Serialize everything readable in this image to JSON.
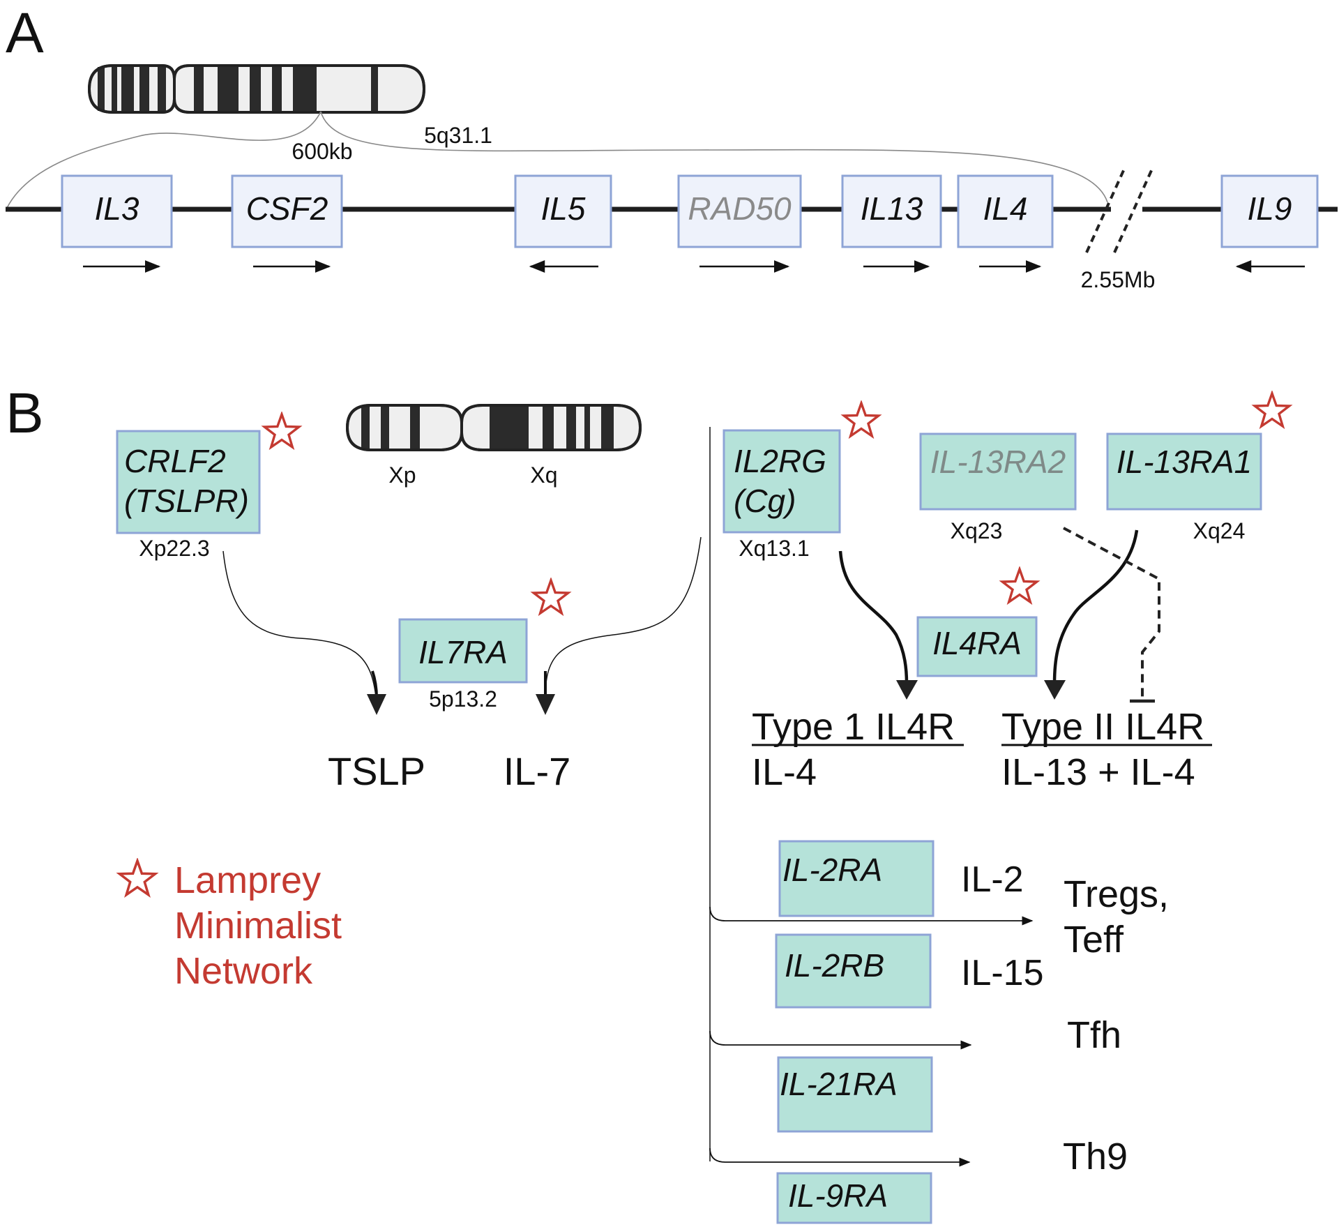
{
  "panel_a": {
    "label": "A",
    "band_label": "5q31.1",
    "span_label": "600kb",
    "gap_label": "2.55Mb",
    "genes": [
      {
        "name": "IL3",
        "strand": "forward",
        "muted": false
      },
      {
        "name": "CSF2",
        "strand": "forward",
        "muted": false
      },
      {
        "name": "IL5",
        "strand": "reverse",
        "muted": false
      },
      {
        "name": "RAD50",
        "strand": "forward",
        "muted": true
      },
      {
        "name": "IL13",
        "strand": "forward",
        "muted": false
      },
      {
        "name": "IL4",
        "strand": "forward",
        "muted": false
      },
      {
        "name": "IL9",
        "strand": "reverse",
        "muted": false
      }
    ]
  },
  "panel_b": {
    "label": "B",
    "x_chromosome": {
      "p_label": "Xp",
      "q_label": "Xq"
    },
    "genes": {
      "crlf2": {
        "line1": "CRLF2",
        "line2": "(TSLPR)",
        "locus": "Xp22.3",
        "lamprey": true
      },
      "il7ra": {
        "name": "IL7RA",
        "locus": "5p13.2",
        "lamprey": true
      },
      "il2rg": {
        "line1": "IL2RG",
        "line2": "(Cg)",
        "locus": "Xq13.1",
        "lamprey": true
      },
      "il13ra2": {
        "name": "IL-13RA2",
        "locus": "Xq23",
        "muted": true
      },
      "il13ra1": {
        "name": "IL-13RA1",
        "locus": "Xq24",
        "lamprey": true
      },
      "il4ra": {
        "name": "IL4RA",
        "lamprey": true
      },
      "il2ra": {
        "name": "IL-2RA"
      },
      "il2rb": {
        "name": "IL-2RB"
      },
      "il21ra": {
        "name": "IL-21RA"
      },
      "il9ra": {
        "name": "IL-9RA"
      }
    },
    "outputs": {
      "tslp": "TSLP",
      "il7": "IL-7",
      "type1_title": "Type 1 IL4R",
      "type1_ligand": "IL-4",
      "type2_title": "Type II IL4R",
      "type2_ligand": "IL-13 + IL-4",
      "il2": "IL-2",
      "il15": "IL-15",
      "tregs_line1": "Tregs,",
      "tregs_line2": "Teff",
      "tfh": "Tfh",
      "th9": "Th9"
    },
    "legend": {
      "line1": "Lamprey",
      "line2": "Minimalist",
      "line3": "Network"
    }
  },
  "colors": {
    "gene_box_fill_a": "#eef2fb",
    "gene_box_stroke": "#8ea4d6",
    "gene_box_fill_b": "#b5e2d9",
    "star": "#c43a31",
    "legend_text": "#c43a31",
    "muted_text": "#8a8a8a",
    "chrom_dark": "#2b2b2b",
    "chrom_light": "#efefef"
  }
}
